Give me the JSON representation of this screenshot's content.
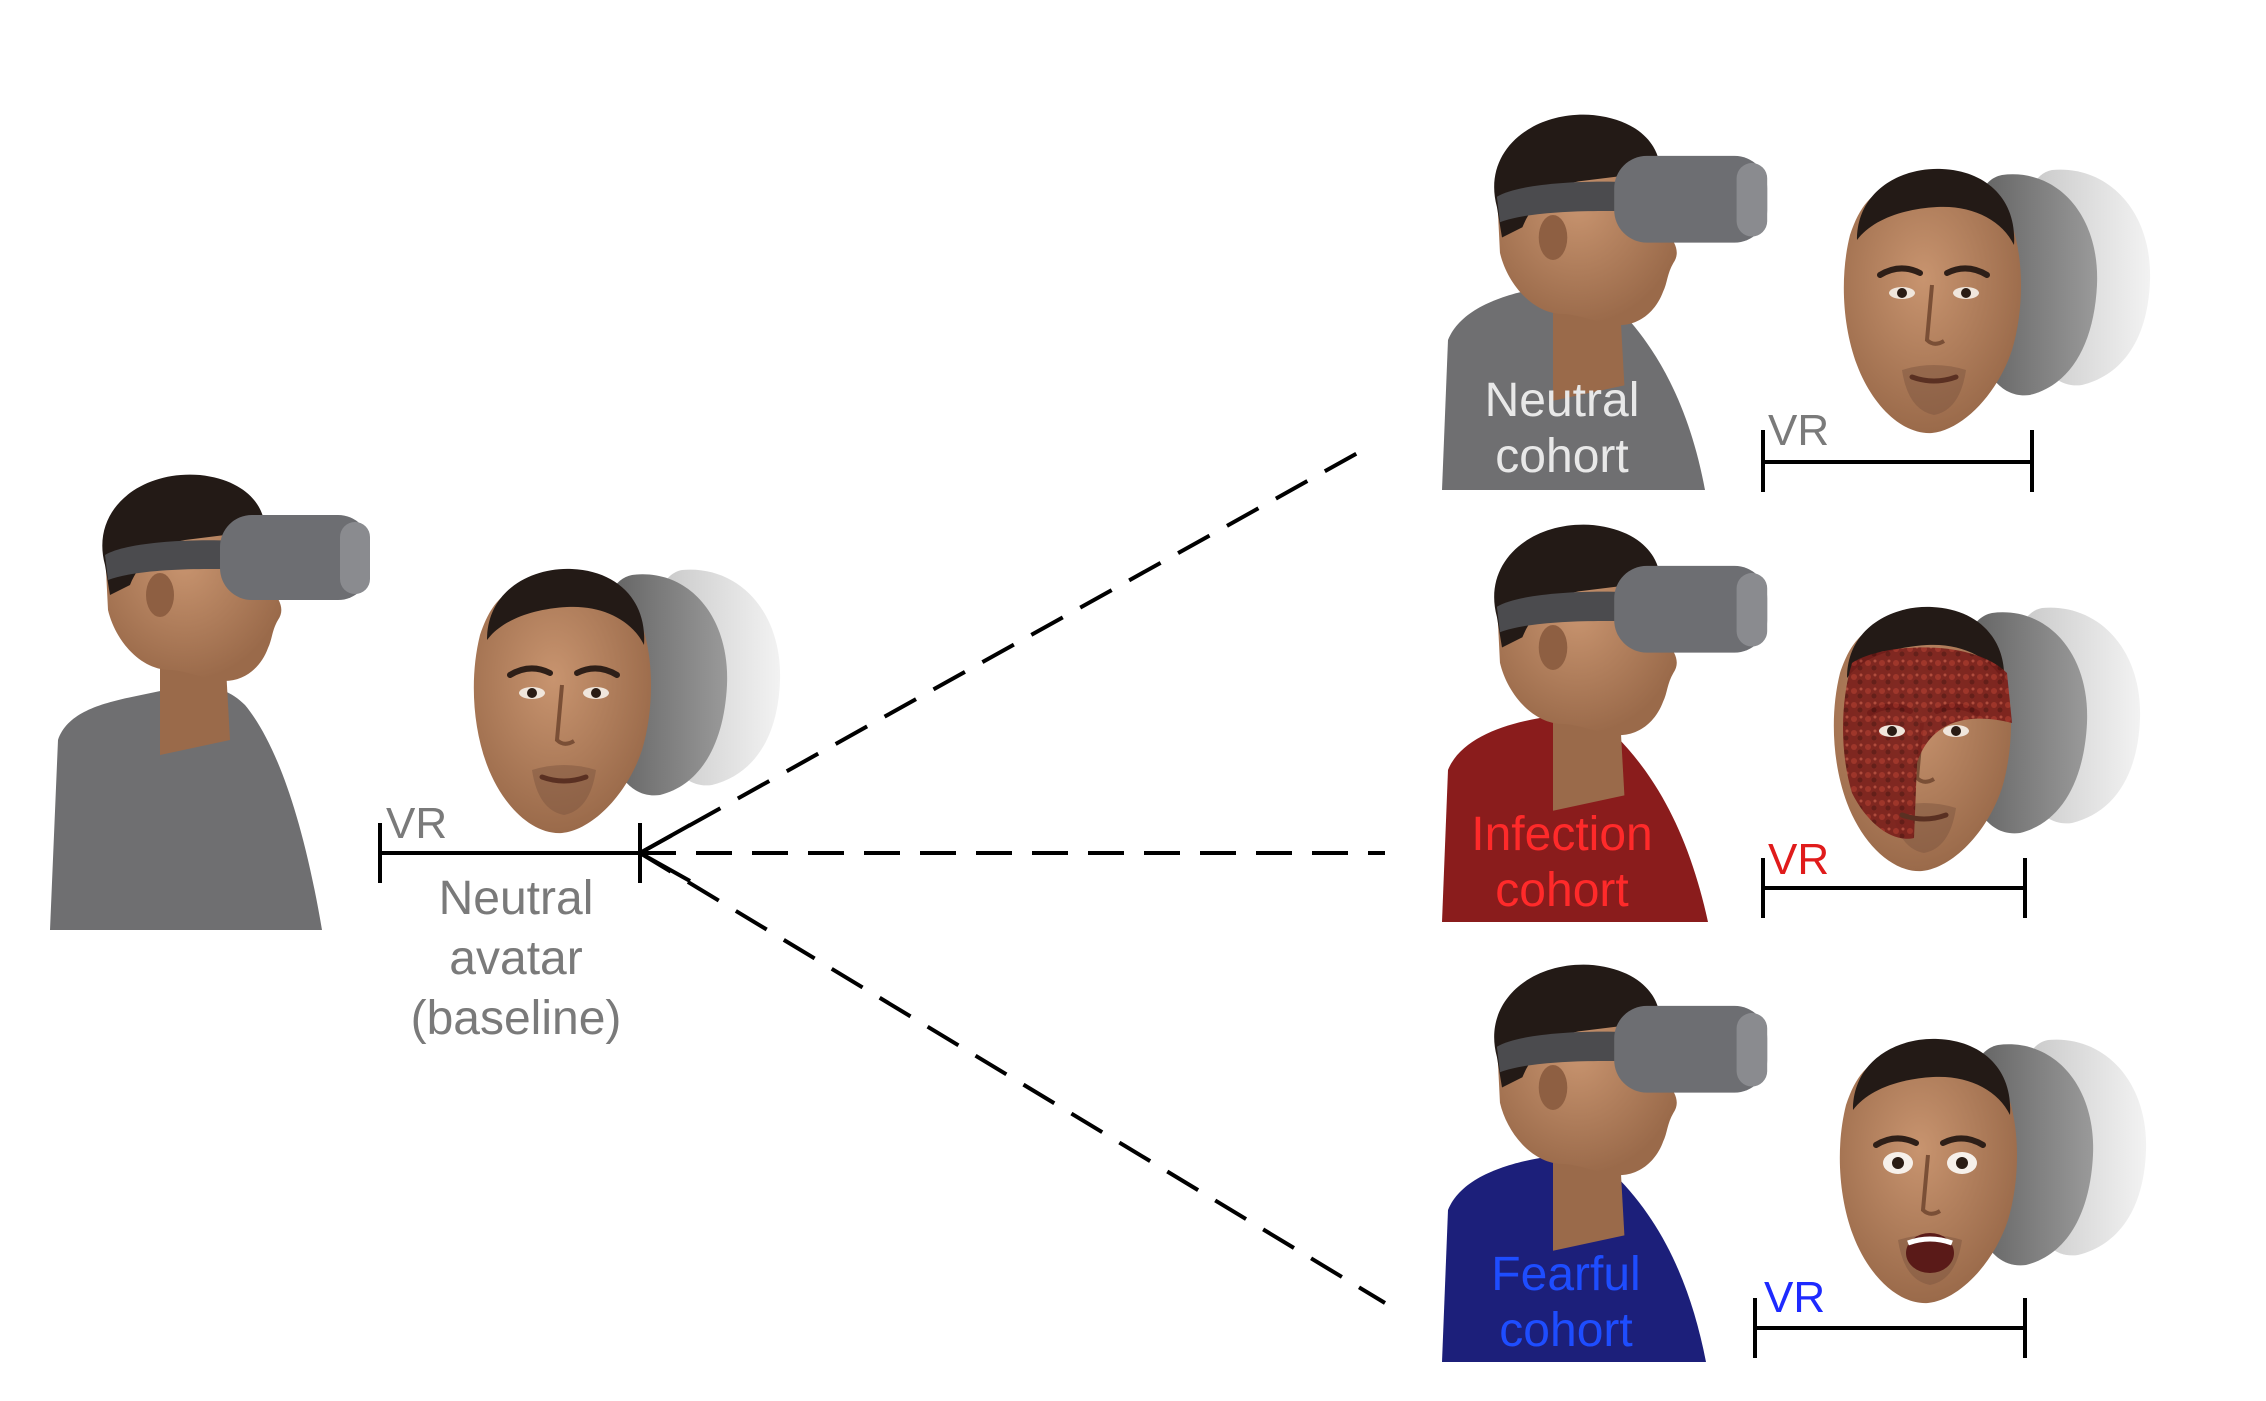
{
  "baseline": {
    "vr_label": "VR",
    "avatar_label_lines": [
      "Neutral",
      "avatar",
      "(baseline)"
    ],
    "shirt_color": "#6f6f71",
    "label_color": "#7a7a7a"
  },
  "cohorts": [
    {
      "id": "neutral",
      "label_lines": [
        "Neutral",
        "cohort"
      ],
      "vr_label": "VR",
      "shirt_color": "#6f6f71",
      "label_color": "#e8e8e8",
      "vr_color": "#7a7a7a",
      "face_overlay": "none"
    },
    {
      "id": "infection",
      "label_lines": [
        "Infection",
        "cohort"
      ],
      "vr_label": "VR",
      "shirt_color": "#8a1c1c",
      "label_color": "#ff2a2a",
      "vr_color": "#e01b1b",
      "face_overlay": "infection-rash"
    },
    {
      "id": "fearful",
      "label_lines": [
        "Fearful",
        "cohort"
      ],
      "vr_label": "VR",
      "shirt_color": "#1c1f7a",
      "label_color": "#1e4dff",
      "vr_color": "#1e2aff",
      "face_overlay": "fearful-open-mouth"
    }
  ],
  "colors": {
    "skin": "#b98462",
    "skin_dark": "#8e5f42",
    "hair": "#231a16",
    "headset": "#6d6e72",
    "headset_strap": "#4b4b4e",
    "line": "#000000",
    "ghost_face": "#8a8a8a"
  }
}
